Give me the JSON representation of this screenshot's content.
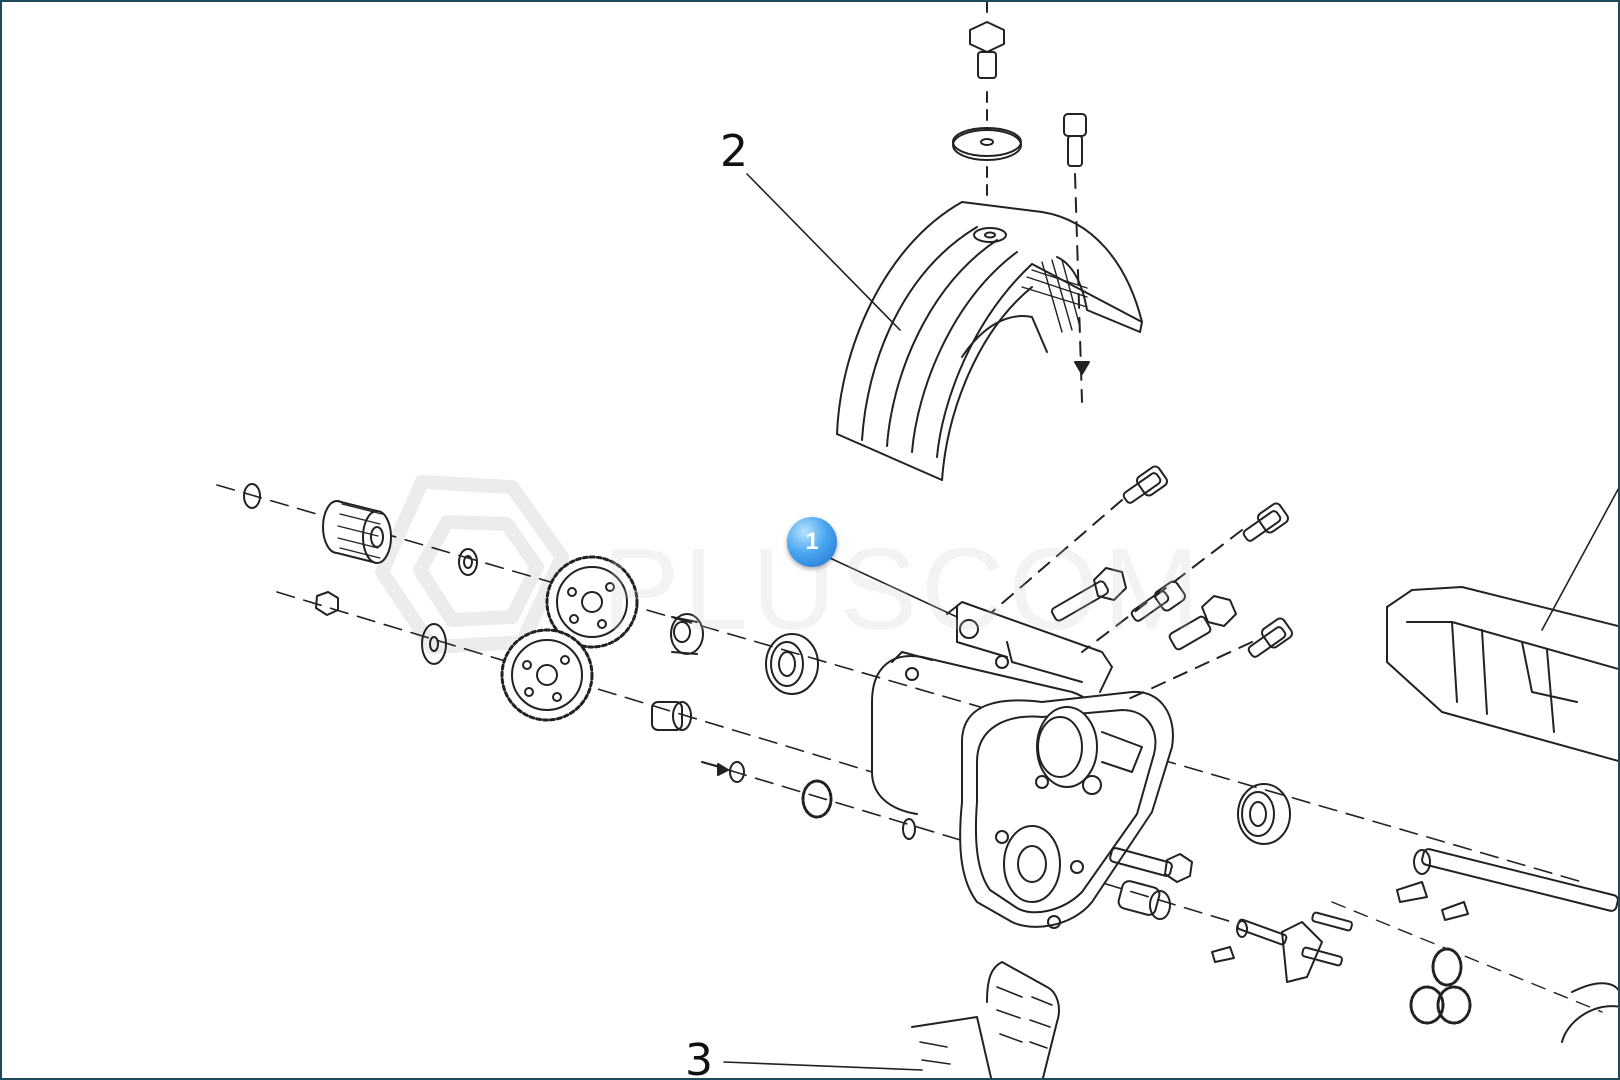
{
  "diagram": {
    "callouts": [
      {
        "id": "2",
        "label": "2"
      },
      {
        "id": "3",
        "label": "3"
      }
    ],
    "hotspot": {
      "label": "1"
    },
    "watermark": {
      "text": "PLUSCOM"
    },
    "colors": {
      "line": "#222222",
      "frame": "#1e4a5c",
      "hotspot": "#2a86e0"
    }
  }
}
